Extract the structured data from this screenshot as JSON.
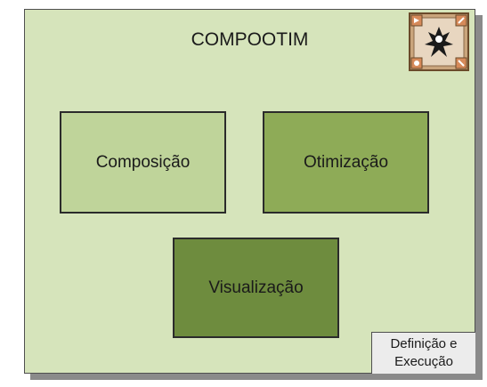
{
  "diagram": {
    "title": "COMPOOTIM",
    "modules": {
      "composicao": "Composição",
      "otimizacao": "Otimização",
      "visualizacao": "Visualização"
    },
    "corner_box": {
      "line1": "Definição e",
      "line2": "Execução"
    },
    "colors": {
      "background": "#d6e4bb",
      "composicao": "#bfd49a",
      "otimizacao": "#8eab57",
      "visualizacao": "#6e8c3e",
      "corner_box": "#ececec"
    },
    "logo": {
      "icon": "compootim-logo-icon"
    }
  }
}
